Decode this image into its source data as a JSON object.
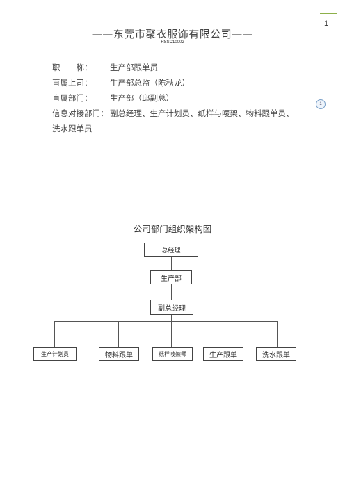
{
  "page_number": "1",
  "header": {
    "title": "——东莞市聚衣服饰有限公司——",
    "doc_code": "RSSC10002"
  },
  "comment_marker": "1",
  "info": {
    "title_label": "职　　称：",
    "title_value": "生产部跟单员",
    "superior_label": "直属上司：",
    "superior_value": "生产部总监（陈秋龙）",
    "department_label": "直属部门：",
    "department_value": "生产部（邱副总）",
    "liaison_label": "信息对接部门：",
    "liaison_value_line1": "副总经理、生产计划员、纸样与唛架、物料跟单员、",
    "liaison_value_line2": "洗水跟单员"
  },
  "org_chart": {
    "title": "公司部门组织架构图",
    "top": "总经理",
    "level2": "生产部",
    "level3": "副总经理",
    "children": [
      "生产计划员",
      "物料跟单",
      "纸样唛架师",
      "生产跟单",
      "洗水跟单"
    ]
  }
}
